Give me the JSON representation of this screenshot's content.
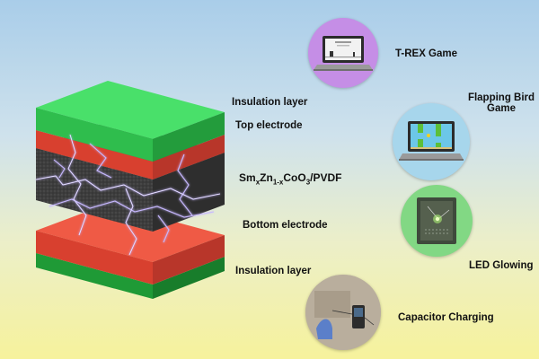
{
  "labels": {
    "insulation_top": "Insulation layer",
    "top_electrode": "Top electrode",
    "formula": {
      "p1": "Sm",
      "s1": "x",
      "p2": "Zn",
      "s2": "1-x",
      "p3": "CoO",
      "s3": "3",
      "p4": "/PVDF"
    },
    "bottom_electrode": "Bottom electrode",
    "insulation_bottom": "Insulation layer"
  },
  "applications": [
    {
      "label": "T-REX Game",
      "color": "#c58ee6"
    },
    {
      "label_line1": "Flapping Bird",
      "label_line2": "Game",
      "color": "#a7d6ec"
    },
    {
      "label": "LED Glowing",
      "color": "#82d884"
    },
    {
      "label": "Capacitor Charging",
      "color": "#c3b8a8"
    }
  ],
  "colors": {
    "insulation": "#3ed75c",
    "electrode": "#e84a3c",
    "active_layer": "#3b3b3b",
    "spark": "#b9a8ff"
  }
}
